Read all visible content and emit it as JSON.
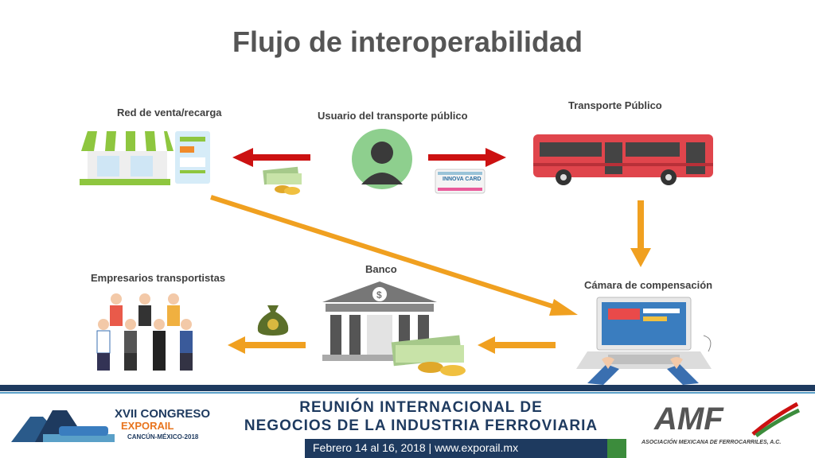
{
  "title": "Flujo de interoperabilidad",
  "nodes": {
    "sales_network": "Red de venta/recarga",
    "user": "Usuario del transporte público",
    "transport": "Transporte Público",
    "clearing_house": "Cámara de compensación",
    "bank": "Banco",
    "operators": "Empresarios transportistas"
  },
  "card_brand": "INNOVA CARD",
  "footer": {
    "congress_title": "XVII CONGRESO",
    "congress_name": "EXPORAIL",
    "congress_place": "CANCÚN-MÉXICO-2018",
    "meeting_line1": "REUNIÓN INTERNACIONAL DE",
    "meeting_line2": "NEGOCIOS DE LA INDUSTRIA FERROVIARIA",
    "dates": "Febrero 14 al 16, 2018 | www.exporail.mx",
    "amf_logo": "AMF",
    "amf_name": "ASOCIACIÓN MEXICANA DE FERROCARRILES, A.C."
  },
  "colors": {
    "red_arrow": "#cc1111",
    "orange_arrow": "#f0a020",
    "navy": "#1e3a5f",
    "bus_red": "#e0454c",
    "awning_green": "#8ec63f"
  },
  "icons": [
    "shop-icon",
    "user-avatar-icon",
    "bus-icon",
    "laptop-icon",
    "bank-icon",
    "people-group-icon",
    "money-icon",
    "card-icon",
    "money-bag-icon"
  ]
}
